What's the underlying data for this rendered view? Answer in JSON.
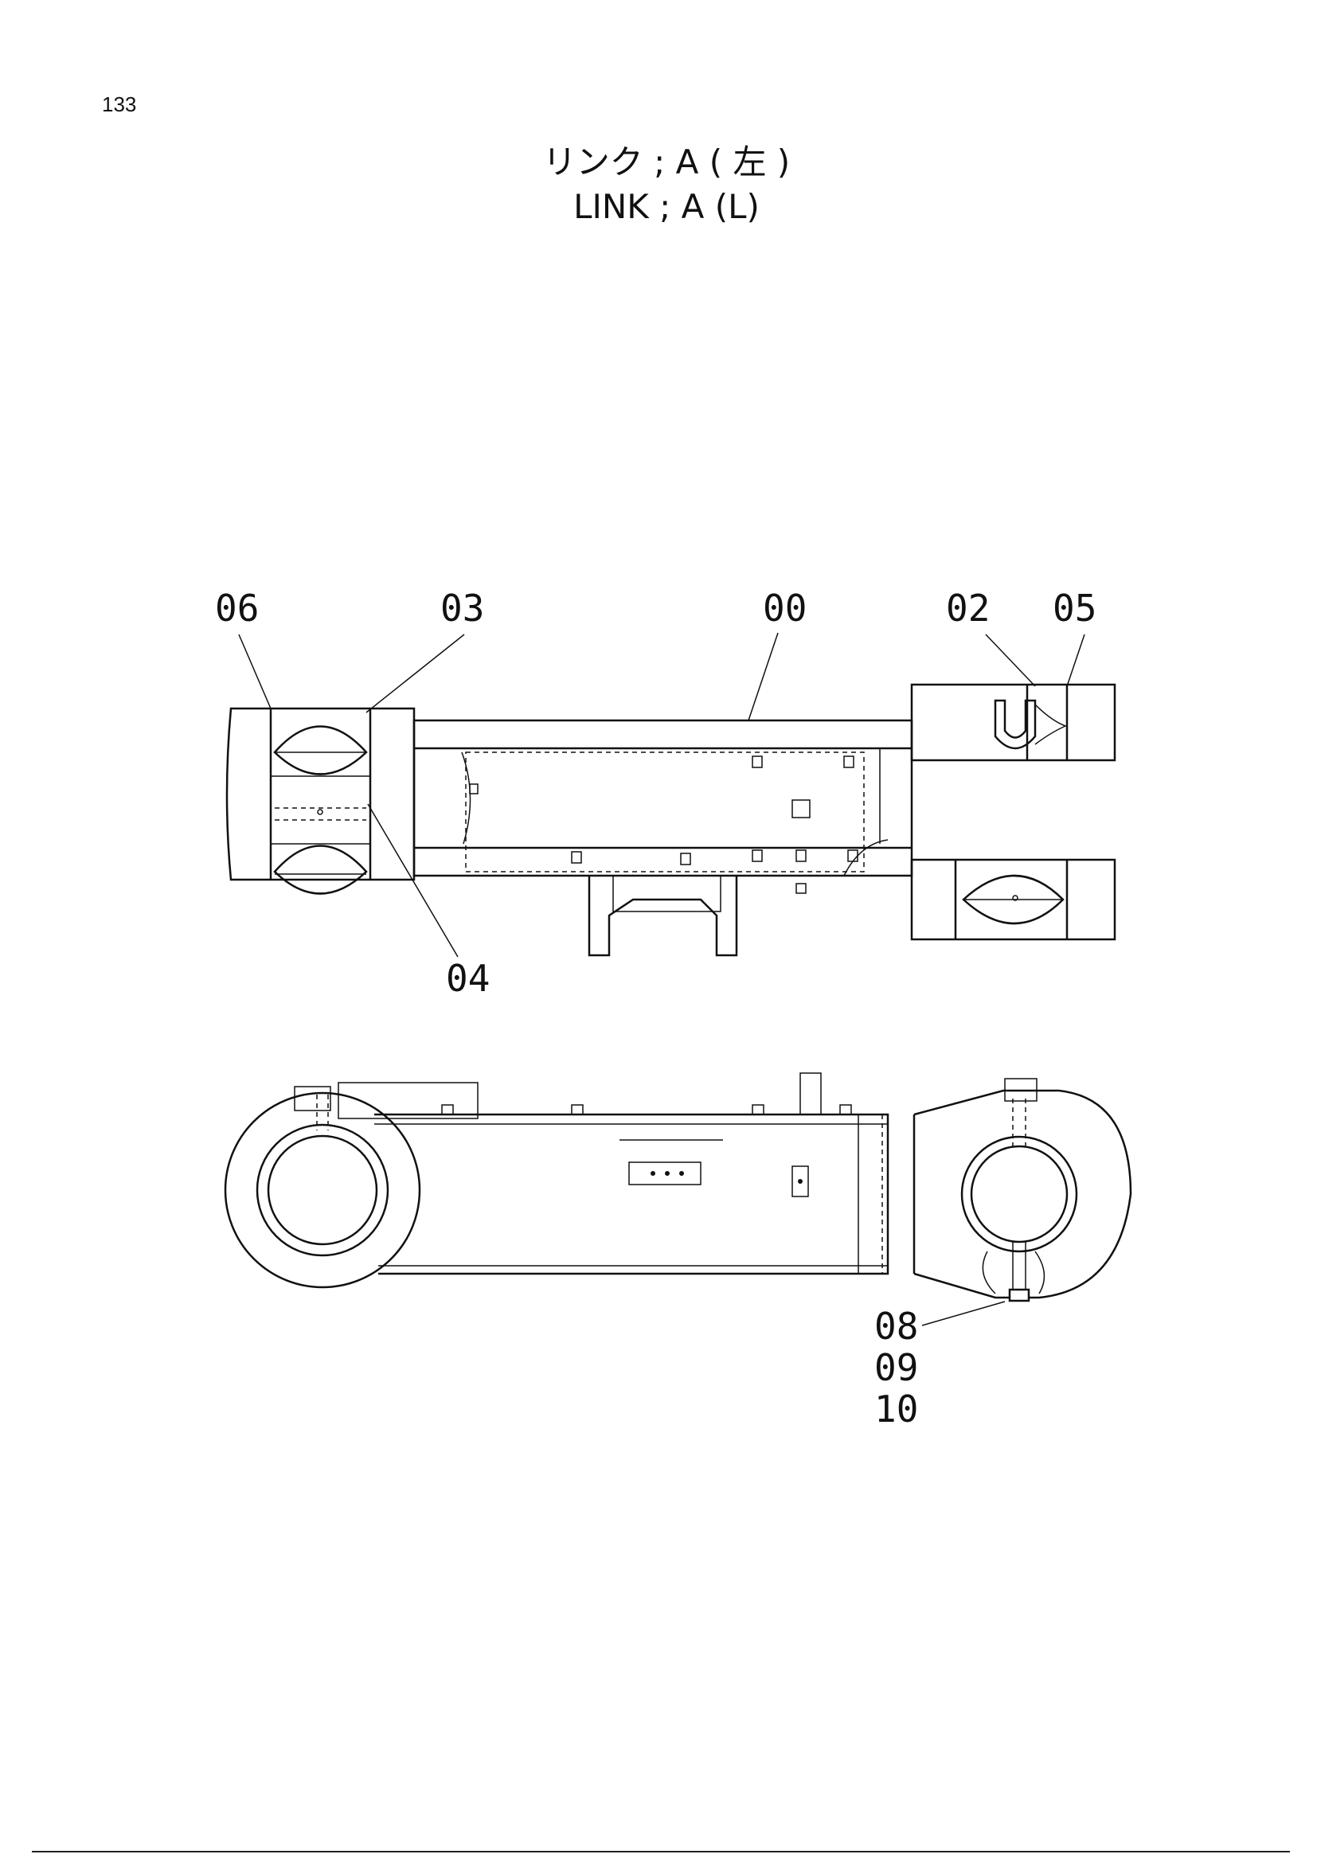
{
  "page": {
    "number": "133"
  },
  "title": {
    "japanese": "リンク ; A ( 左 )",
    "english": "LINK ; A (L)"
  },
  "callouts": {
    "c06": "06",
    "c03": "03",
    "c00": "00",
    "c02": "02",
    "c05": "05",
    "c04": "04",
    "c08": "08",
    "c09": "09",
    "c10": "10"
  }
}
